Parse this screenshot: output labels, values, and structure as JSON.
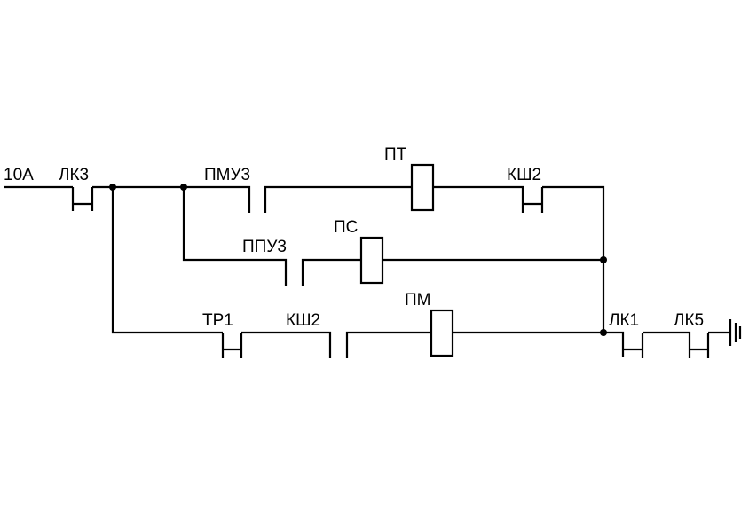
{
  "diagram": {
    "labels": {
      "input": "10A",
      "lk3": "ЛК3",
      "pmu3": "ПМУ3",
      "pt": "ПТ",
      "ksh2_top": "КШ2",
      "ppu3": "ППУ3",
      "ps": "ПС",
      "tr1": "ТР1",
      "ksh2_bottom": "КШ2",
      "pm": "ПМ",
      "lk1": "ЛК1",
      "lk5": "ЛК5"
    }
  }
}
